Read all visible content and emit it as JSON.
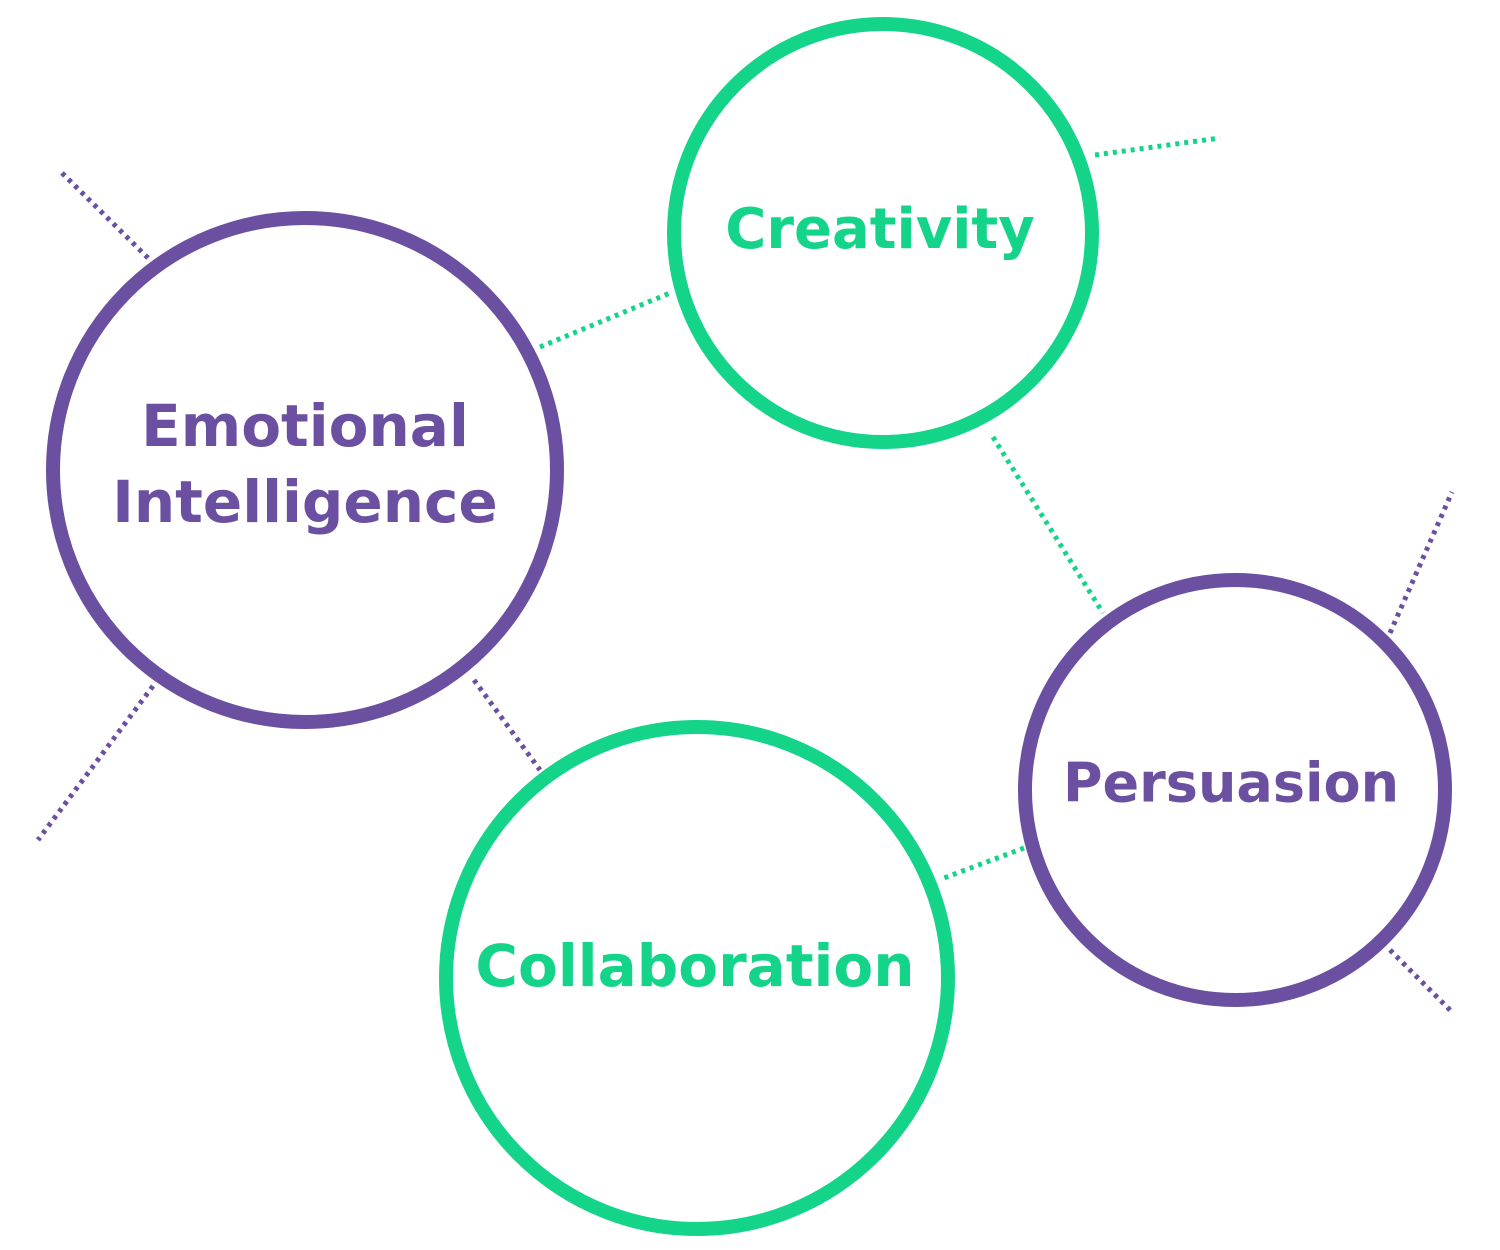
{
  "colors": {
    "purple": "#6b4fa0",
    "green": "#14d48a",
    "background": "#ffffff"
  },
  "nodes": {
    "emotional_intelligence": {
      "line1": "Emotional",
      "line2": "Intelligence",
      "color": "purple"
    },
    "creativity": {
      "label": "Creativity",
      "color": "green"
    },
    "persuasion": {
      "label": "Persuasion",
      "color": "purple"
    },
    "collaboration": {
      "label": "Collaboration",
      "color": "green"
    }
  },
  "connectors": [
    {
      "from": "emotional_intelligence",
      "to": "creativity",
      "color": "green"
    },
    {
      "from": "creativity",
      "to": "persuasion",
      "color": "green"
    },
    {
      "from": "persuasion",
      "to": "collaboration",
      "color": "green"
    },
    {
      "from": "emotional_intelligence",
      "to": "collaboration",
      "color": "purple"
    }
  ]
}
